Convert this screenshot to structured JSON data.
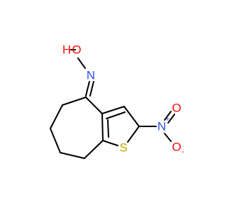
{
  "molecule": {
    "atoms": {
      "hydroxyl_h": "H",
      "hydroxyl_o": "O",
      "oxime_n": "N",
      "ring_s": "S",
      "nitro_n": "N",
      "nitro_o_top": "O",
      "nitro_o_bottom": "O"
    },
    "charges": {
      "nitro_n": "+",
      "nitro_o_bottom": "-"
    },
    "colors": {
      "oxygen": "#ff0d0d",
      "nitrogen": "#3050f8",
      "sulfur": "#c6a300",
      "bond": "#000000"
    }
  }
}
